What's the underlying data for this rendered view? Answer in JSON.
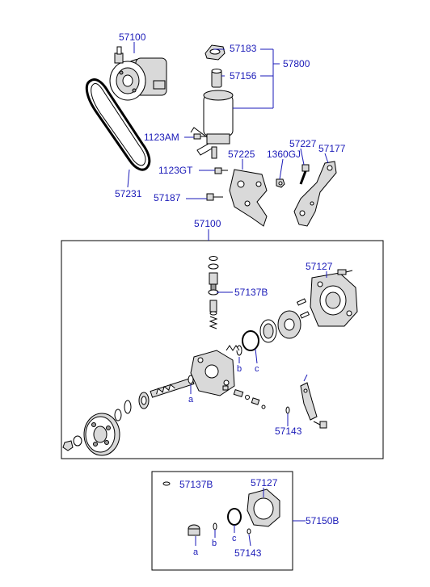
{
  "labels": {
    "top_pump": "57100",
    "cap": "57183",
    "reservoir_group": "57800",
    "reservoir_fitting": "57156",
    "bolt_1123am": "1123AM",
    "belt": "57231",
    "bolt_1123gt": "1123GT",
    "bracket": "57225",
    "bolt_57187": "57187",
    "nut_1360gj": "1360GJ",
    "bolt_57227": "57227",
    "bracket_57177": "57177",
    "pump_assembly": "57100",
    "cover": "57127",
    "valve": "57137B",
    "bracket_57143": "57143",
    "letter_a": "a",
    "letter_b": "b",
    "letter_c": "c",
    "kit_valve": "57137B",
    "kit_cover": "57127",
    "kit_group": "57150B",
    "kit_a": "a",
    "kit_b": "b",
    "kit_c": "c",
    "kit_57143": "57143"
  }
}
